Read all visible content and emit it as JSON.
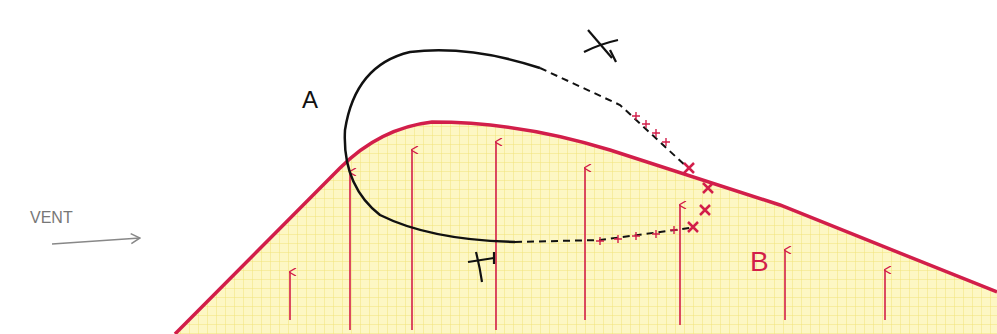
{
  "diagram": {
    "labels": [
      "A",
      "VENT",
      "B"
    ]
  }
}
